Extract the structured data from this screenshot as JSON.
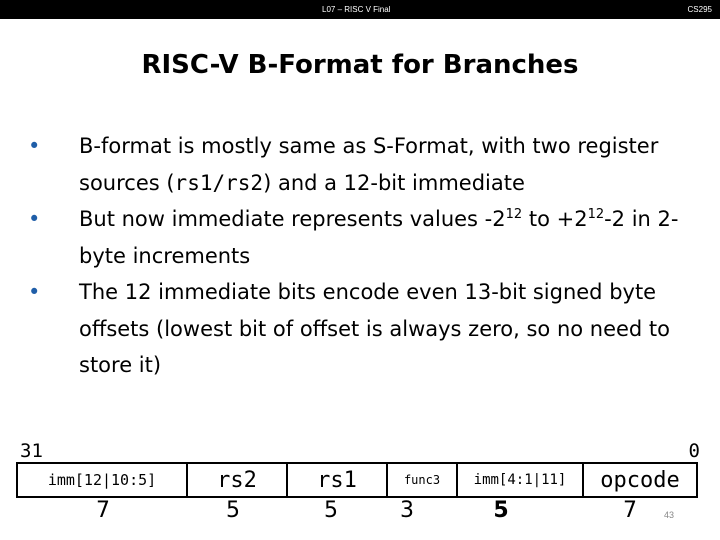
{
  "header": {
    "left": "L07 – RISC V Final",
    "right": "CS295"
  },
  "slide": {
    "title": "RISC-V B-Format for Branches",
    "bullets": [
      {
        "p1": "B-format is mostly same as S-Format, with two register sources (",
        "code1": "rs1",
        "sep": "/",
        "code2": "rs2",
        "p2": ") and a 12-bit immediate"
      },
      {
        "p1": "But now immediate represents values -2",
        "sup1": "12",
        "p2": " to +2",
        "sup2": "12",
        "p3": "-2 in 2-byte increments"
      },
      {
        "p1": "The 12 immediate bits encode even 13-bit signed byte offsets (lowest bit of offset is always zero, so no need to store it)"
      }
    ],
    "bit_labels": {
      "high": "31",
      "low": "0"
    },
    "fields": [
      {
        "label": "imm[12|10:5]",
        "width": "7"
      },
      {
        "label": "rs2",
        "width": "5"
      },
      {
        "label": "rs1",
        "width": "5"
      },
      {
        "label": "func3",
        "width": "3"
      },
      {
        "label": "imm[4:1|11]",
        "width": "5"
      },
      {
        "label": "opcode",
        "width": "7"
      }
    ],
    "page_number": "43"
  }
}
